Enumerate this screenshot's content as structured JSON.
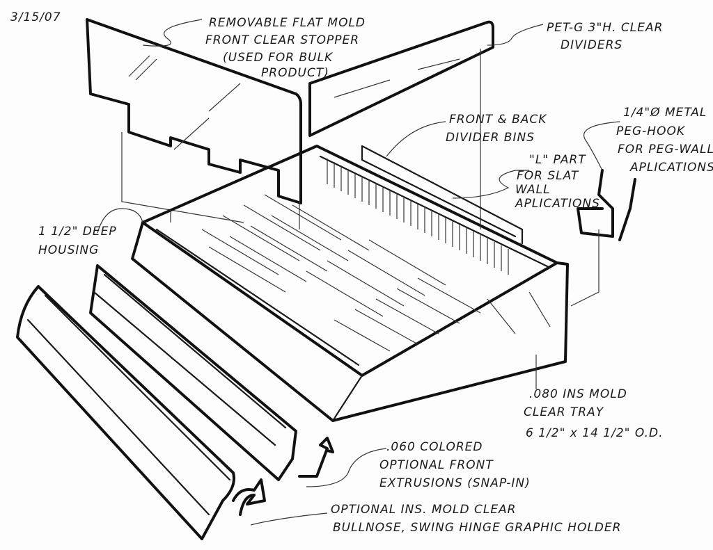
{
  "date": "3/15/07",
  "annotations": {
    "stopper": [
      "REMOVABLE FLAT MOLD",
      "FRONT CLEAR STOPPER",
      "(USED FOR BULK",
      "PRODUCT)"
    ],
    "dividers": [
      "PET-G 3\"H. CLEAR",
      "DIVIDERS"
    ],
    "divider_bins": [
      "FRONT & BACK",
      "DIVIDER BINS"
    ],
    "peg_hook": [
      "1/4\"Ø METAL",
      "PEG-HOOK",
      "FOR PEG-WALL",
      "APLICATIONS"
    ],
    "l_part": [
      "\"L\" PART",
      "FOR SLAT",
      "WALL",
      "APLICATIONS"
    ],
    "housing": [
      "1 1/2\" DEEP",
      "HOUSING"
    ],
    "tray": [
      ".080 INS MOLD",
      "CLEAR TRAY",
      "6 1/2\" x 14 1/2\" O.D."
    ],
    "extrusions": [
      ".060 COLORED",
      "OPTIONAL FRONT",
      "EXTRUSIONS (SNAP-IN)"
    ],
    "bullnose": [
      "OPTIONAL INS. MOLD CLEAR",
      "BULLNOSE, SWING HINGE GRAPHIC HOLDER"
    ]
  }
}
